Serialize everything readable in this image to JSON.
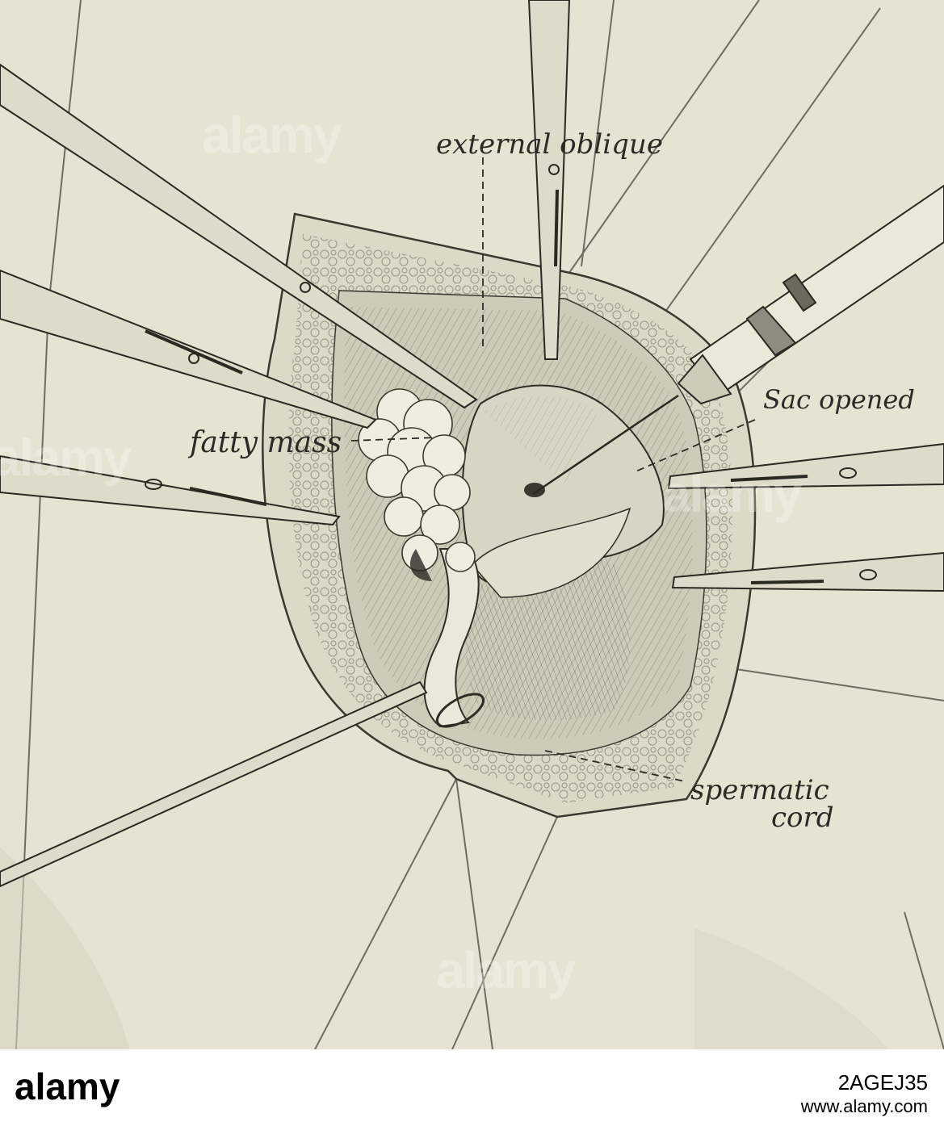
{
  "figure": {
    "labels": {
      "external_oblique": "external oblique",
      "fatty_mass": "fatty mass",
      "sac_opened": "Sac opened",
      "spermatic_cord_line1": "spermatic",
      "spermatic_cord_line2": "cord"
    }
  },
  "watermark": {
    "brand": "alamy",
    "image_id": "2AGEJ35",
    "url": "www.alamy.com"
  },
  "colors": {
    "paper": "#e6e3d2",
    "ink": "#2b2a25",
    "muscle": "#cfcbb9",
    "fat": "#efece0"
  }
}
